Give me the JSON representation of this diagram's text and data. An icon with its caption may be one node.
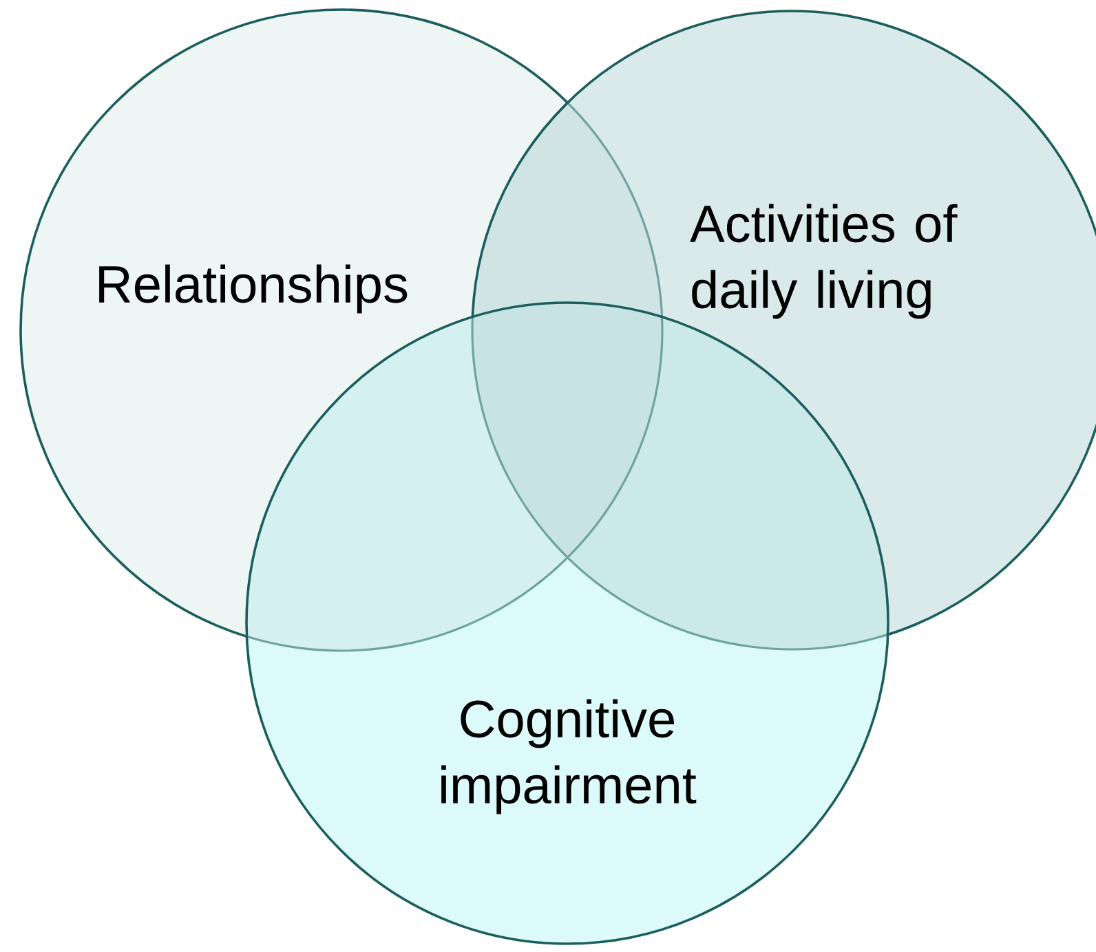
{
  "diagram": {
    "nodes": [
      {
        "text": [
          "Relationships"
        ]
      },
      {
        "text": [
          "Activities of daily living"
        ]
      },
      {
        "text": [
          "Cognitive impairment"
        ]
      }
    ]
  }
}
